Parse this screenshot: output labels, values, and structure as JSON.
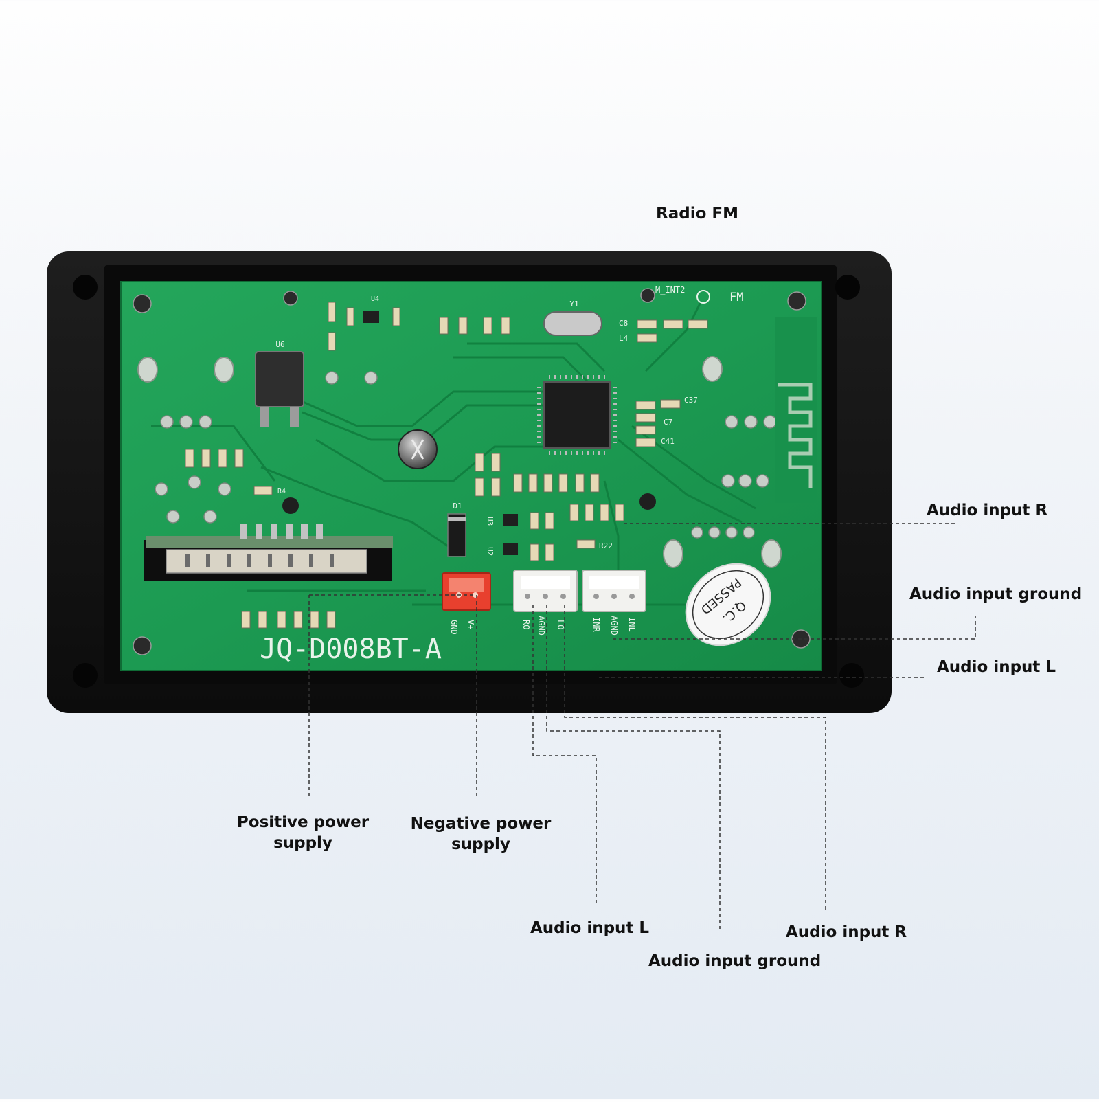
{
  "labels": {
    "radio_fm": "Radio FM",
    "audio_input_r_right": "Audio input R",
    "audio_input_ground_right": "Audio input ground",
    "audio_input_l_right": "Audio input L",
    "positive_power_supply": "Positive power supply",
    "negative_power_supply": "Negative power supply",
    "audio_input_l_bottom": "Audio input L",
    "audio_input_ground_bottom": "Audio input ground",
    "audio_input_r_bottom": "Audio input R"
  },
  "board": {
    "model": "JQ-D008BT-A",
    "qc_line1": "Q.C.",
    "qc_line2": "PASSED",
    "fm_mark": "FM",
    "fm_int": "M_INT2",
    "pin_gnd": "GND",
    "pin_vplus": "V+",
    "pin_ro": "RO",
    "pin_agnd1": "AGND",
    "pin_lo": "LO",
    "pin_inr": "INR",
    "pin_agnd2": "AGND",
    "pin_inl": "INL",
    "ref_u6": "U6",
    "ref_u4": "U4",
    "ref_y1": "Y1",
    "ref_d1": "D1",
    "ref_u2": "U2",
    "ref_u3": "U3",
    "ref_c8": "C8",
    "ref_l4": "L4",
    "ref_c37": "C37",
    "ref_c7": "C7",
    "ref_c41": "C41",
    "ref_r22": "R22",
    "ref_r4": "R4"
  },
  "colors": {
    "pcb": "#1c9a52",
    "enclosure": "#151515",
    "power_connector": "#e8402e",
    "jst_connector": "#f2f2ef",
    "leader_line": "#333333"
  }
}
